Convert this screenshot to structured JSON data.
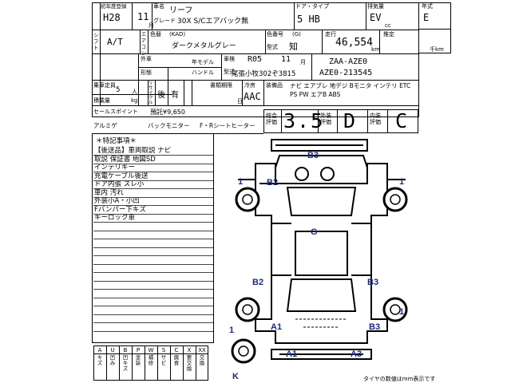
{
  "header": {
    "first_reg_label": "初年度登録",
    "era": "H28",
    "month": "11",
    "month_unit": "月",
    "model_label": "車名",
    "model": "リーフ",
    "grade_label": "グレード",
    "grade": "30X S/Cエアバック無",
    "door_type_label": "ドア・タイプ",
    "door_type": "5 HB",
    "fuel_label": "排気量",
    "fuel": "EV",
    "fuel_unit": "cc",
    "year_label": "年式",
    "year_grade": "E"
  },
  "row2": {
    "shift_label": "シフト",
    "shift": "A/T",
    "aircon_label": "エアコン",
    "color_label": "色替",
    "color_code": "(KAD)",
    "color": "ダークメタルグレー",
    "color2_label": "色番号",
    "color2_code": "(G)",
    "type_label": "型式",
    "type_char": "知",
    "mileage_label": "走行",
    "mileage": "46,554",
    "mileage_unit": "km",
    "estimated_label": "推定",
    "thousand_km": "千km"
  },
  "row3": {
    "ext_label": "外車",
    "model_year_label": "年モデル",
    "shape_label": "形態",
    "handle_label": "ハンドル",
    "inspection_label": "車検",
    "inspection_date": "R05",
    "inspection_month": "11",
    "inspection_month_unit": "月",
    "chassis_label": "型式",
    "chassis": "ZAA-AZE0",
    "plate": "尾張小牧302ぞ3815",
    "vin": "AZE0-213545"
  },
  "row4": {
    "capacity_label": "乗車定員",
    "capacity": "5",
    "capacity_unit": "人",
    "load_label": "積載量",
    "load_unit": "kg",
    "recycle_label": "リサイクル",
    "recycle_value": "有",
    "recycle_prefix": "後",
    "period_label": "書類期限",
    "period_unit": "日",
    "aircon_type_label": "冷房",
    "aircon_type": "AAC",
    "equipment_label": "装備品",
    "equipment_line1": "ナビ エアブレ 地デジ Bモニタ インテリ ETC",
    "equipment_line2": "PS PW エアB ABS"
  },
  "sales": {
    "label": "セールスポイント",
    "price": "預託¥9,650",
    "items": [
      "アルミゲ",
      "バックモニター",
      "F・Rシートヒーター"
    ]
  },
  "scores": {
    "overall_label": "総合評価",
    "overall": "3.5",
    "exterior_label": "外装評価",
    "exterior": "D",
    "interior_label": "内装評価",
    "interior": "C"
  },
  "notes": {
    "title": "＊特記事項＊",
    "lines": [
      "【後送品】車両取説 ナビ",
      "取説 保証書 地図SD",
      "インテリキー",
      "充電ケーブル後送",
      "ドア内張 スレ小",
      "車内 汚れ",
      "外装小A・小凹",
      "Fバンパー下キズ",
      "キーロック車"
    ]
  },
  "legend": {
    "headers": [
      "A",
      "U",
      "B",
      "P",
      "W",
      "S",
      "C",
      "X",
      "XX"
    ],
    "labels": [
      "キズ",
      "凹み",
      "凹キズ",
      "塗装",
      "補修",
      "サビ",
      "腐食",
      "要交換",
      "交換"
    ]
  },
  "diagram": {
    "codes": [
      {
        "id": "b3-top",
        "text": "B3"
      },
      {
        "id": "b2-left",
        "text": "B2"
      },
      {
        "id": "one-fl",
        "text": "1"
      },
      {
        "id": "one-fr",
        "text": "1"
      },
      {
        "id": "g-center",
        "text": "G"
      },
      {
        "id": "b2-rear",
        "text": "B2"
      },
      {
        "id": "b3-rear",
        "text": "B3"
      },
      {
        "id": "a1-rear",
        "text": "A1"
      },
      {
        "id": "b3-rear2",
        "text": "B3"
      },
      {
        "id": "one-rr",
        "text": "1"
      },
      {
        "id": "one-spare",
        "text": "1"
      },
      {
        "id": "a1-bottom",
        "text": "A1"
      },
      {
        "id": "a3-bottom",
        "text": "A3"
      },
      {
        "id": "k-bottom",
        "text": "K"
      }
    ]
  },
  "footer": {
    "tire_note": "タイヤの数値はmm表示です"
  }
}
